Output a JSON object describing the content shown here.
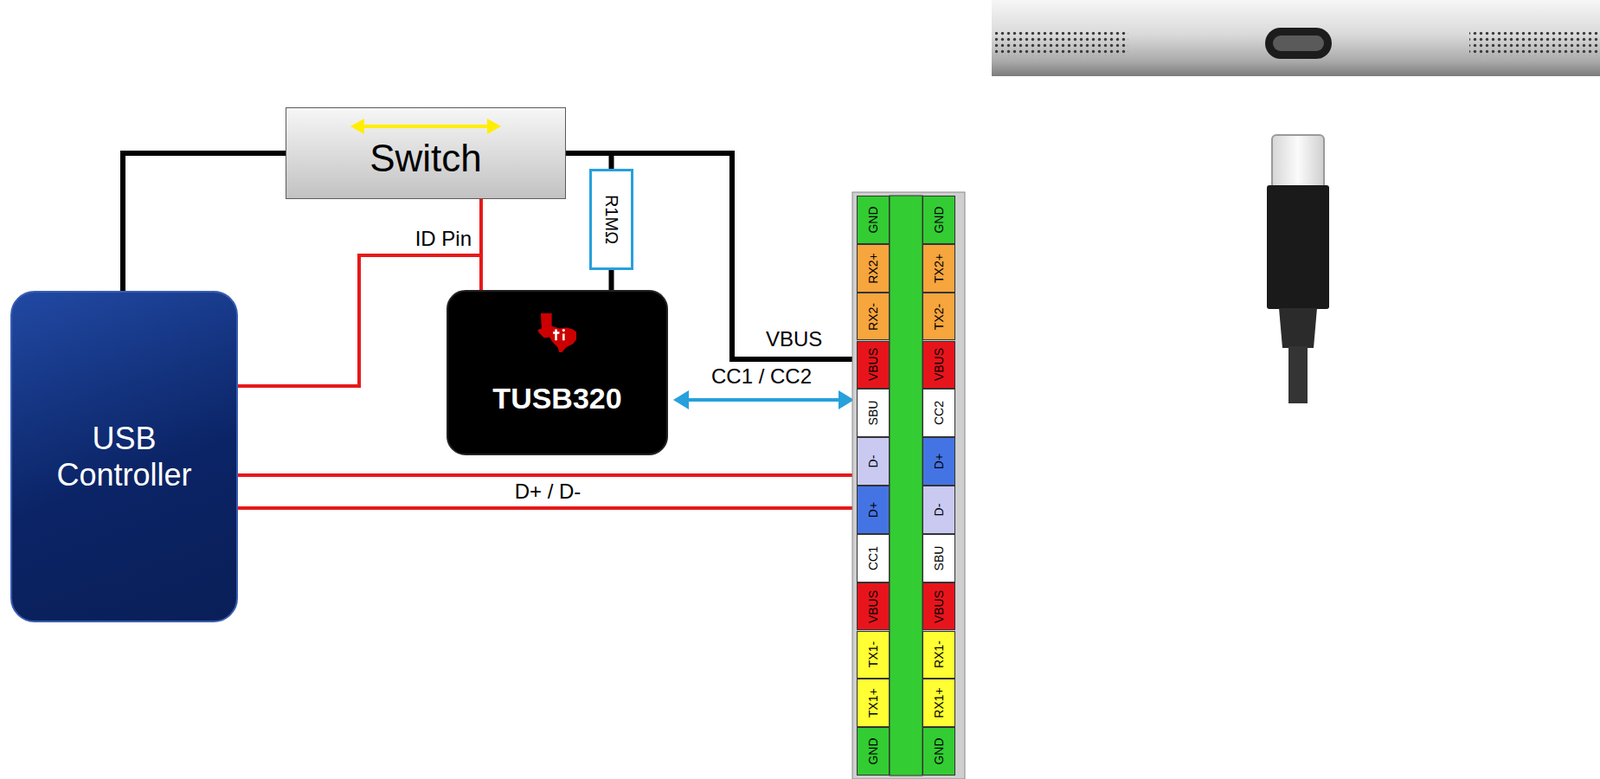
{
  "diagram": {
    "nodes": [
      {
        "text": [
          "Switch"
        ]
      },
      {
        "text": [
          "R1MΩ"
        ]
      },
      {
        "text": [
          "USB Controller"
        ]
      },
      {
        "text": [
          "TUSB320"
        ]
      }
    ],
    "edges": [
      {
        "from": 2,
        "to": 0,
        "arrow": "none"
      },
      {
        "from": 0,
        "to": 3,
        "arrow": "none"
      },
      {
        "from": 2,
        "to": 3,
        "label": "ID Pin",
        "arrow": "none"
      },
      {
        "from": 0,
        "to": 1,
        "arrow": "none"
      },
      {
        "from": 1,
        "to": 3,
        "arrow": "none"
      }
    ],
    "labels": [
      "VBUS",
      "CC1 / CC2",
      "D+ / D-",
      "GND",
      "RX2+",
      "RX2-",
      "VBUS",
      "SBU",
      "D-",
      "D+",
      "CC1",
      "VBUS",
      "TX1-",
      "TX1+",
      "GND",
      "GND",
      "TX2+",
      "TX2-",
      "VBUS",
      "CC2",
      "D+",
      "D-",
      "SBU",
      "VBUS",
      "RX1-",
      "RX1+",
      "GND"
    ]
  }
}
